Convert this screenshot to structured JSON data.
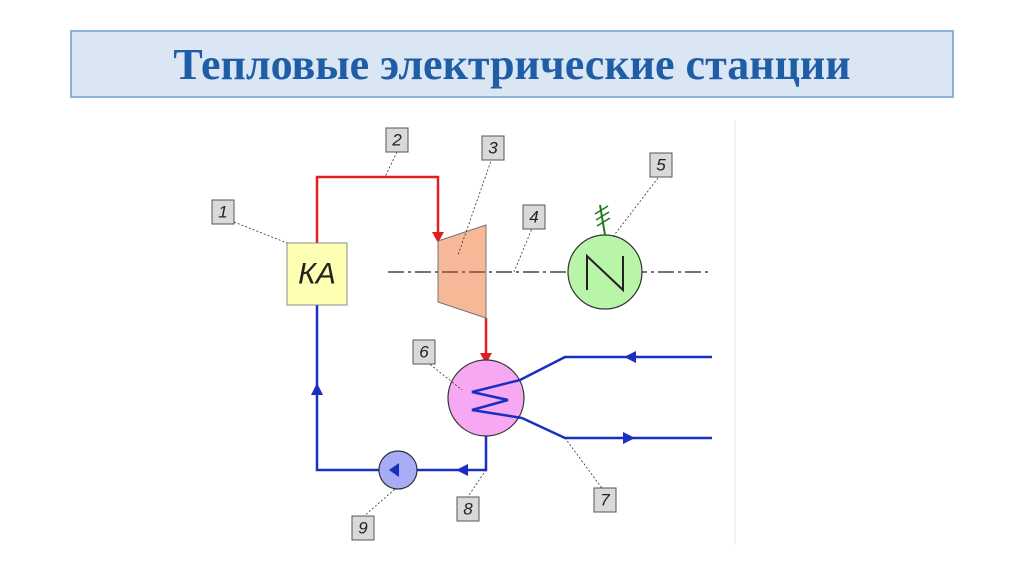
{
  "title": "Тепловые электрические станции",
  "boiler_label": "КА",
  "callouts": [
    "1",
    "2",
    "3",
    "4",
    "5",
    "6",
    "7",
    "8",
    "9"
  ],
  "colors": {
    "steam_line": "#e02020",
    "water_line": "#1a2fc0",
    "boiler_fill": "#ffffb3",
    "turbine_fill": "#f6b896",
    "generator_fill": "#b9f5a8",
    "condenser_fill": "#f7a8f2",
    "pump_fill": "#a8acf5",
    "ground_mark": "#1f7a1f"
  }
}
